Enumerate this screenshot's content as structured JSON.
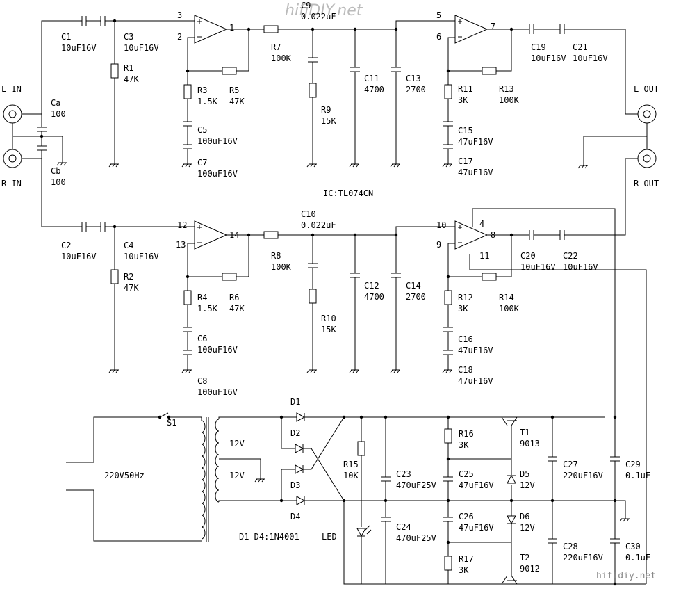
{
  "watermark_top": "hifiDIY.net",
  "watermark_bottom": "hifidiy.net",
  "ic_label": "IC:TL074CN",
  "io": {
    "l_in": "L IN",
    "r_in": "R IN",
    "l_out": "L OUT",
    "r_out": "R OUT"
  },
  "pins": {
    "p1": "1",
    "p2": "2",
    "p3": "3",
    "p4": "4",
    "p5": "5",
    "p6": "6",
    "p7": "7",
    "p8": "8",
    "p9": "9",
    "p10": "10",
    "p11": "11",
    "p12": "12",
    "p13": "13",
    "p14": "14"
  },
  "comp": {
    "C1": [
      "C1",
      "10uF16V"
    ],
    "C2": [
      "C2",
      "10uF16V"
    ],
    "C3": [
      "C3",
      "10uF16V"
    ],
    "C4": [
      "C4",
      "10uF16V"
    ],
    "Ca": [
      "Ca",
      "100"
    ],
    "Cb": [
      "Cb",
      "100"
    ],
    "R1": [
      "R1",
      "47K"
    ],
    "R2": [
      "R2",
      "47K"
    ],
    "R3": [
      "R3",
      "1.5K"
    ],
    "R4": [
      "R4",
      "1.5K"
    ],
    "R5": [
      "R5",
      "47K"
    ],
    "R6": [
      "R6",
      "47K"
    ],
    "C5": [
      "C5",
      "100uF16V"
    ],
    "C6": [
      "C6",
      "100uF16V"
    ],
    "C7": [
      "C7",
      "100uF16V"
    ],
    "C8": [
      "C8",
      "100uF16V"
    ],
    "R7": [
      "R7",
      "100K"
    ],
    "R8": [
      "R8",
      "100K"
    ],
    "C9": [
      "C9",
      "0.022uF"
    ],
    "C10": [
      "C10",
      "0.022uF"
    ],
    "R9": [
      "R9",
      "15K"
    ],
    "R10": [
      "R10",
      "15K"
    ],
    "C11": [
      "C11",
      "4700"
    ],
    "C12": [
      "C12",
      "4700"
    ],
    "C13": [
      "C13",
      "2700"
    ],
    "C14": [
      "C14",
      "2700"
    ],
    "R11": [
      "R11",
      "3K"
    ],
    "R12": [
      "R12",
      "3K"
    ],
    "R13": [
      "R13",
      "100K"
    ],
    "R14": [
      "R14",
      "100K"
    ],
    "C15": [
      "C15",
      "47uF16V"
    ],
    "C16": [
      "C16",
      "47uF16V"
    ],
    "C17": [
      "C17",
      "47uF16V"
    ],
    "C18": [
      "C18",
      "47uF16V"
    ],
    "C19": [
      "C19",
      "10uF16V"
    ],
    "C20": [
      "C20",
      "10uF16V"
    ],
    "C21": [
      "C21",
      "10uF16V"
    ],
    "C22": [
      "C22",
      "10uF16V"
    ],
    "S1": [
      "S1"
    ],
    "D1": [
      "D1"
    ],
    "D2": [
      "D2"
    ],
    "D3": [
      "D3"
    ],
    "D4": [
      "D4"
    ],
    "R15": [
      "R15",
      "10K"
    ],
    "C23": [
      "C23",
      "470uF25V"
    ],
    "C24": [
      "C24",
      "470uF25V"
    ],
    "R16": [
      "R16",
      "3K"
    ],
    "R17": [
      "R17",
      "3K"
    ],
    "C25": [
      "C25",
      "47uF16V"
    ],
    "C26": [
      "C26",
      "47uF16V"
    ],
    "T1": [
      "T1",
      "9013"
    ],
    "T2": [
      "T2",
      "9012"
    ],
    "D5": [
      "D5",
      "12V"
    ],
    "D6": [
      "D6",
      "12V"
    ],
    "C27": [
      "C27",
      "220uF16V"
    ],
    "C28": [
      "C28",
      "220uF16V"
    ],
    "C29": [
      "C29",
      "0.1uF"
    ],
    "C30": [
      "C30",
      "0.1uF"
    ]
  },
  "mains": "220V50Hz",
  "sec1": "12V",
  "sec2": "12V",
  "diode_note": "D1-D4:1N4001",
  "led": "LED"
}
